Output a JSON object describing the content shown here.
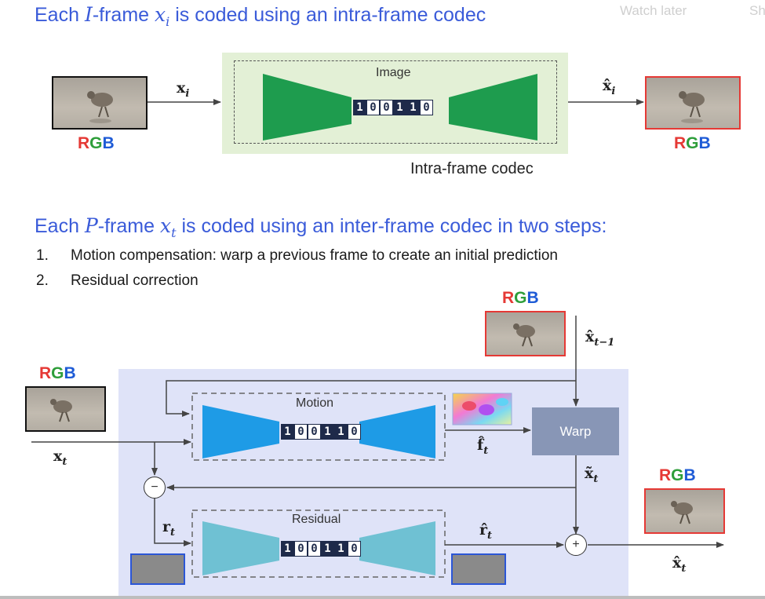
{
  "overlay": {
    "watch_later": "Watch later",
    "share": "Sh"
  },
  "heading1": {
    "pre": "Each ",
    "frame_letter": "I",
    "frame_word": "-frame ",
    "var": "x",
    "var_sub": "i",
    "post": " is coded using an intra-frame codec"
  },
  "heading2": {
    "pre": "Each ",
    "frame_letter": "P",
    "frame_word": "-frame ",
    "var": "x",
    "var_sub": "t",
    "post": " is coded using an inter-frame codec in two steps:"
  },
  "steps": [
    {
      "num": "1.",
      "text": "Motion compensation: warp a previous frame to create an initial prediction"
    },
    {
      "num": "2.",
      "text": "Residual correction"
    }
  ],
  "rgb": {
    "r": "R",
    "g": "G",
    "b": "B"
  },
  "bits": [
    "1",
    "0",
    "0",
    "1",
    "1",
    "0"
  ],
  "intra": {
    "image_label": "Image",
    "codec_label": "Intra-frame codec",
    "in_symbol": "x",
    "in_sub": "i",
    "out_symbol": "x̂",
    "out_sub": "i"
  },
  "inter": {
    "motion_label": "Motion",
    "residual_label": "Residual",
    "warp_label": "Warp",
    "minus": "−",
    "plus": "+",
    "prev_symbol": "x̂",
    "prev_sub": "t−1",
    "in_symbol": "x",
    "in_sub": "t",
    "flow_symbol": "f̂",
    "flow_sub": "t",
    "pred_symbol": "x̃",
    "pred_sub": "t",
    "res_symbol": "r",
    "res_sub": "t",
    "res_hat_symbol": "r̂",
    "res_hat_sub": "t",
    "out_symbol": "x̂",
    "out_sub": "t"
  },
  "colors": {
    "heading": "#3a5bd9",
    "intra_bg": "#e3f0d6",
    "intra_codec": "#1e9c4e",
    "inter_bg": "#dfe3f8",
    "motion_codec": "#1e9be6",
    "residual_codec": "#6fc1d3",
    "warp": "#8896b6",
    "red_frame": "#e53935",
    "blue_frame": "#2b56d6"
  }
}
